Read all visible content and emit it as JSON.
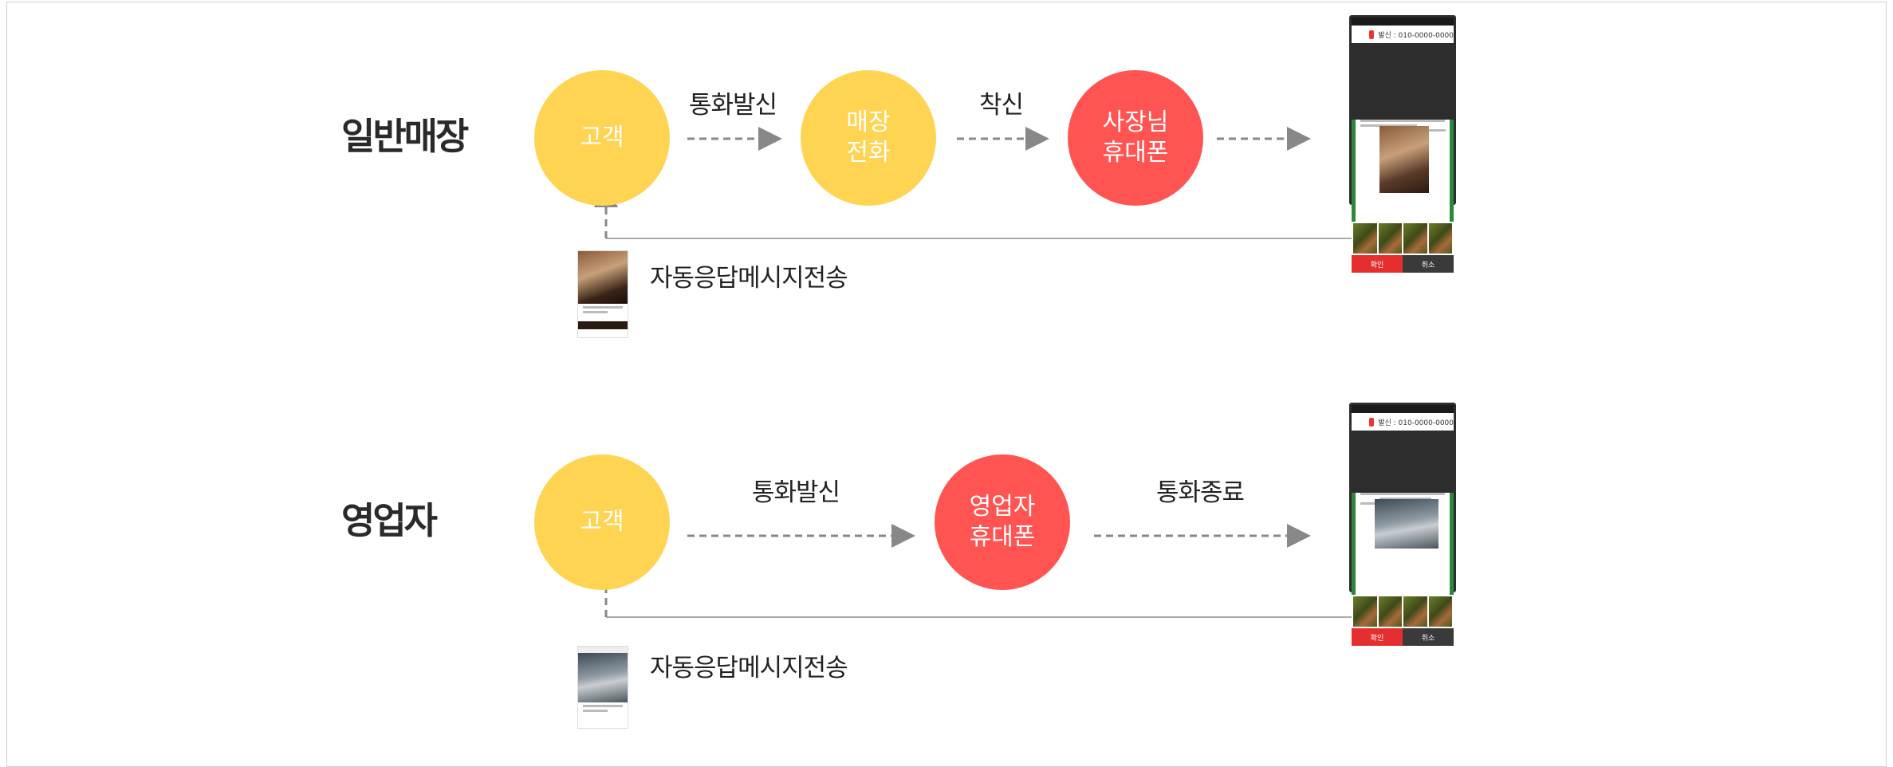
{
  "rows": [
    {
      "title": "일반매장",
      "customer": "고객",
      "store_phone": "매장\n전화",
      "owner_phone": "사장님\n휴대폰",
      "label_call": "통화발신",
      "label_incoming": "착신",
      "auto_reply": "자동응답메시지전송",
      "phone_number": "발신 : 010-0000-0000",
      "confirm": "확인",
      "cancel": "취소"
    },
    {
      "title": "영업자",
      "customer": "고객",
      "sales_phone": "영업자\n휴대폰",
      "label_call": "통화발신",
      "label_end": "통화종료",
      "auto_reply": "자동응답메시지전송",
      "phone_number": "발신 : 010-0000-0000",
      "confirm": "확인",
      "cancel": "취소"
    }
  ],
  "colors": {
    "yellow": "#ffd453",
    "red": "#ff5452",
    "arrow": "#888888"
  }
}
